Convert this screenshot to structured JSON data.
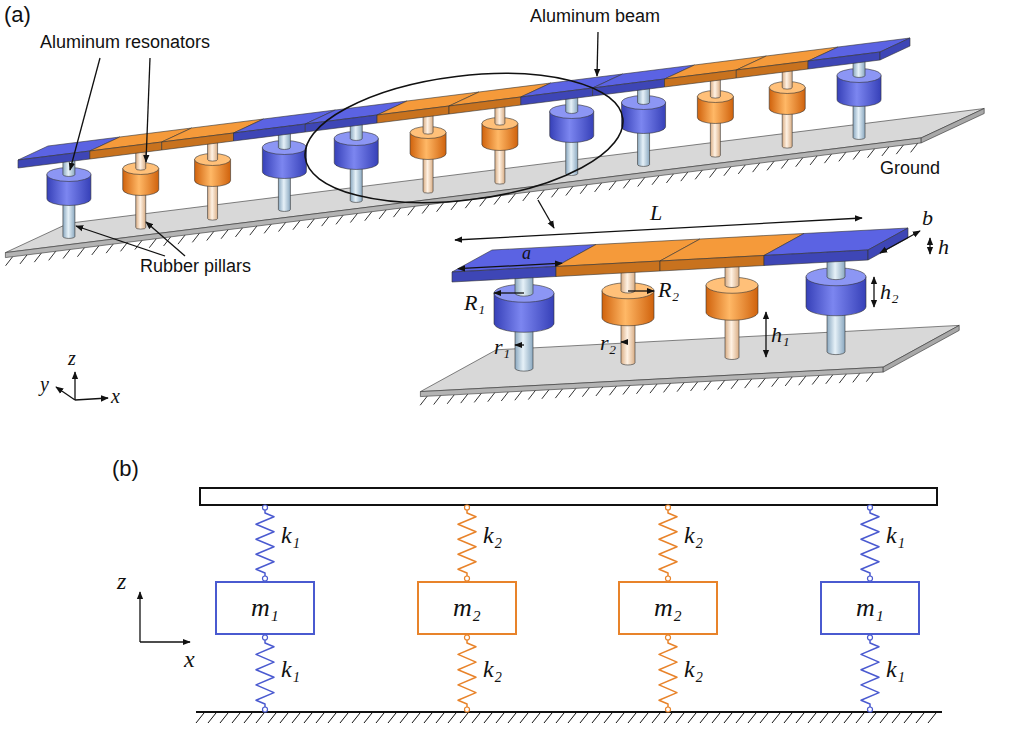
{
  "diagram": {
    "nodes": [
      {
        "text": [
          "m₁"
        ]
      },
      {
        "text": [
          "m₂"
        ]
      },
      {
        "text": [
          "m₂"
        ]
      },
      {
        "text": [
          "m₁"
        ]
      }
    ],
    "labels": [
      "(a)",
      "Aluminum beam",
      "Aluminum resonators",
      "Rubber pillars",
      "Ground",
      "L",
      "b",
      "h",
      "a",
      "h₂",
      "R₁",
      "R₂",
      "h₁",
      "r₁",
      "r₂",
      "z",
      "y",
      "x",
      "(b)",
      "k₁",
      "k₂",
      "k₂",
      "k₁",
      "k₁",
      "k₂",
      "k₂",
      "k₁",
      "z",
      "x"
    ]
  }
}
